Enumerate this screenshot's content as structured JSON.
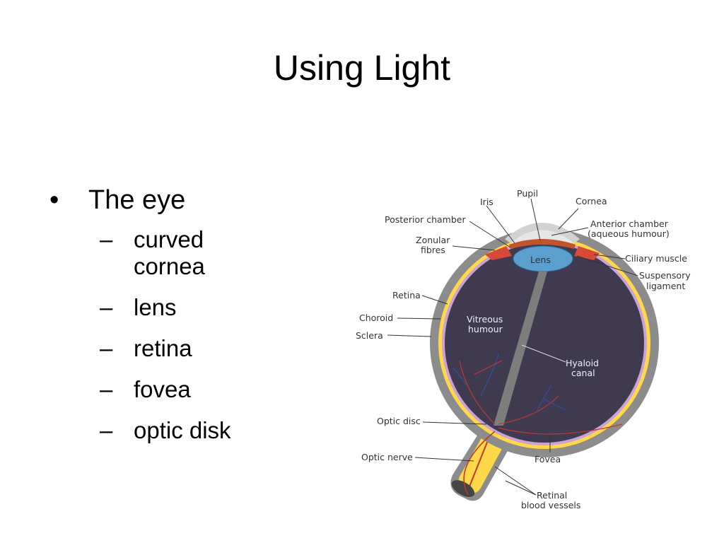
{
  "slide": {
    "title": "Using Light",
    "bullet": {
      "marker": "•",
      "text": "The eye",
      "sub_marker": "–",
      "sub_items": [
        [
          "curved",
          "cornea"
        ],
        [
          "lens"
        ],
        [
          "retina"
        ],
        [
          "fovea"
        ],
        [
          "optic disk"
        ]
      ]
    }
  },
  "diagram": {
    "labels": {
      "pupil": "Pupil",
      "iris": "Iris",
      "cornea": "Cornea",
      "posterior_chamber": "Posterior chamber",
      "anterior_chamber_1": "Anterior chamber",
      "anterior_chamber_2": "(aqueous humour)",
      "zonular_1": "Zonular",
      "zonular_2": "fibres",
      "lens": "Lens",
      "ciliary_muscle": "Ciliary muscle",
      "suspensory_1": "Suspensory",
      "suspensory_2": "ligament",
      "retina": "Retina",
      "choroid": "Choroid",
      "sclera": "Sclera",
      "vitreous_1": "Vitreous",
      "vitreous_2": "humour",
      "hyaloid_1": "Hyaloid",
      "hyaloid_2": "canal",
      "optic_disc": "Optic disc",
      "optic_nerve": "Optic nerve",
      "fovea": "Fovea",
      "retinal_1": "Retinal",
      "retinal_2": "blood vessels"
    },
    "colors": {
      "sclera": "#8c8c8c",
      "vitreous": "#3f3a4f",
      "choroid": "#ffd84a",
      "retina": "#c9a2d6",
      "lens": "#5b9fcf",
      "iris": "#c1542a",
      "cornea": "#d2d2d2",
      "vessels": "#c0392b"
    }
  }
}
